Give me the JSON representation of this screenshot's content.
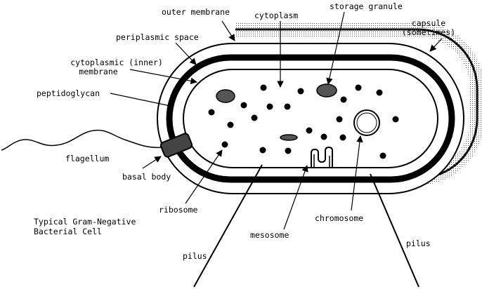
{
  "title_lines": [
    "Typical Gram-Negative",
    "Bacterial Cell"
  ],
  "labels": {
    "outer_membrane": "outer membrane",
    "cytoplasm": "cytoplasm",
    "storage_granule": "storage granule",
    "capsule_line1": "capsule",
    "capsule_line2": "(sometimes)",
    "periplasmic_space": "periplasmic space",
    "cytoplasmic_line1": "cytoplasmic (inner)",
    "cytoplasmic_line2": "membrane",
    "peptidoglycan": "peptidoglycan",
    "flagellum": "flagellum",
    "basal_body": "basal body",
    "ribosome": "ribosome",
    "chromosome": "chromosome",
    "mesosome": "mesosome",
    "pilus_left": "pilus",
    "pilus_right": "pilus"
  },
  "colors": {
    "ink": "#000000",
    "background": "#ffffff",
    "capsule_stipple": "#555555"
  }
}
